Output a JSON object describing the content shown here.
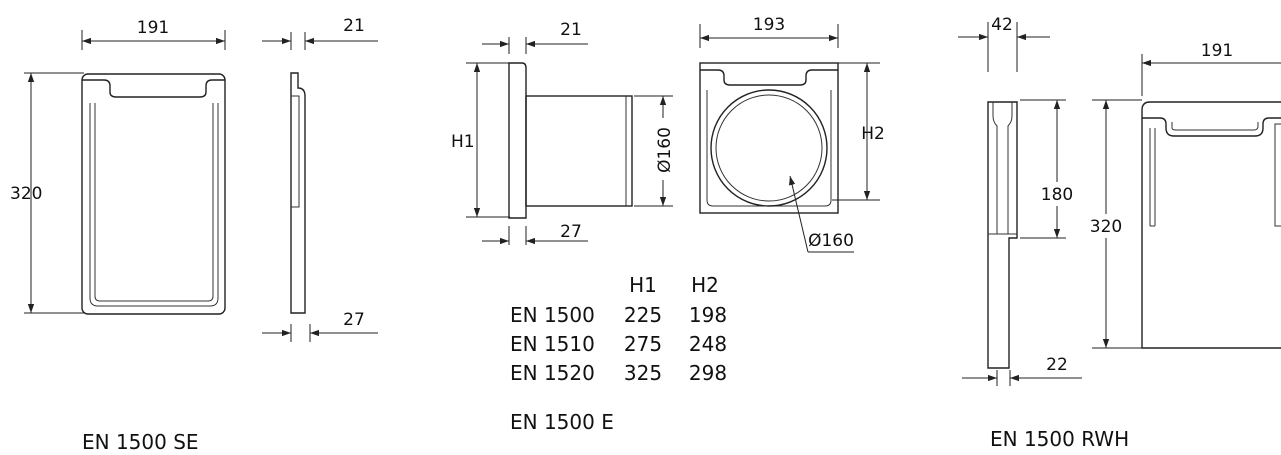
{
  "colors": {
    "line": "#222222",
    "text": "#111111",
    "background": "#ffffff"
  },
  "views": {
    "se": {
      "caption": "EN 1500 SE",
      "width_label": "191",
      "height_label": "320",
      "side_top_label": "21",
      "side_bottom_label": "27"
    },
    "e": {
      "caption": "EN 1500 E",
      "side_top_label": "21",
      "side_bottom_label": "27",
      "h1_label": "H1",
      "pipe_label": "Ø160",
      "front_width_label": "193",
      "h2_label": "H2",
      "circle_label": "Ø160"
    },
    "rwh": {
      "caption": "EN 1500 RWH",
      "side_top_label": "42",
      "side_bottom_label": "22",
      "inner_height_label": "180",
      "height_label": "320",
      "width_label": "191"
    }
  },
  "table": {
    "headers": [
      "",
      "H1",
      "H2"
    ],
    "rows": [
      [
        "EN 1500",
        "225",
        "198"
      ],
      [
        "EN 1510",
        "275",
        "248"
      ],
      [
        "EN 1520",
        "325",
        "298"
      ]
    ]
  }
}
